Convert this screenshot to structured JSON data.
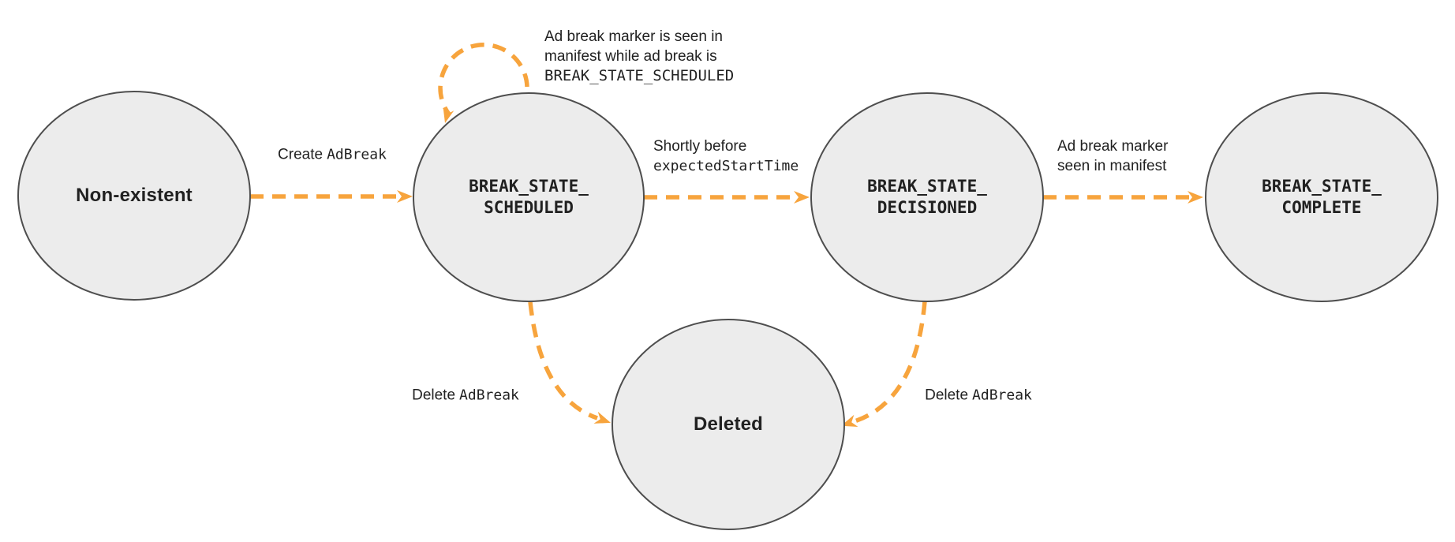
{
  "colors": {
    "background": "#ffffff",
    "node_fill": "#ececec",
    "node_stroke": "#4e4e4e",
    "arrow": "#f7a43d",
    "text": "#212121"
  },
  "nodes": {
    "non_existent": {
      "label": "Non-existent"
    },
    "scheduled": {
      "line1": "BREAK_STATE_",
      "line2": "SCHEDULED"
    },
    "decisioned": {
      "line1": "BREAK_STATE_",
      "line2": "DECISIONED"
    },
    "complete": {
      "line1": "BREAK_STATE_",
      "line2": "COMPLETE"
    },
    "deleted": {
      "label": "Deleted"
    }
  },
  "edges": {
    "create": {
      "plain": "Create",
      "code": "AdBreak"
    },
    "self_loop": {
      "line1": "Ad break marker is seen in",
      "line2": "manifest while ad break is",
      "line3": "BREAK_STATE_SCHEDULED"
    },
    "shortly": {
      "plain": "Shortly before",
      "code": "expectedStartTime"
    },
    "marker_seen": {
      "line1": "Ad break marker",
      "line2": "seen in manifest"
    },
    "delete_left": {
      "plain": "Delete",
      "code": "AdBreak"
    },
    "delete_right": {
      "plain": "Delete",
      "code": "AdBreak"
    }
  }
}
